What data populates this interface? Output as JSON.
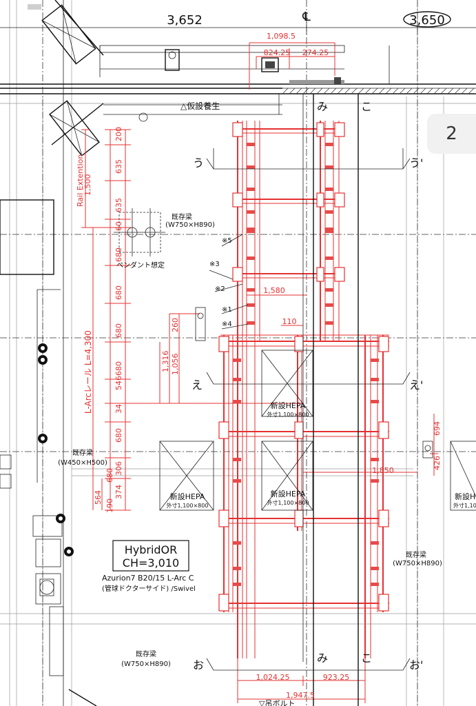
{
  "page_number": "2",
  "top_dims": {
    "left": "3,652",
    "right": "3,650",
    "cl": "℄"
  },
  "red_top": {
    "total": "1,098.5",
    "left": "824.25",
    "right": "274.25"
  },
  "temp_cover": "仮設養生",
  "rail_ext": "Rail Extention",
  "rail_len": "1,500",
  "larc": "L-Arcレール L=4,300",
  "vdims": [
    "200",
    "635",
    "635",
    "60",
    "680",
    "680",
    "680",
    "680",
    "34",
    "680",
    "306",
    "680",
    "374",
    "190"
  ],
  "vdims2": {
    "d1": "564",
    "d2": "546",
    "d3": "1,056",
    "d4": "1,316",
    "d5": "260"
  },
  "beam1": {
    "name": "既存梁",
    "size": "(W750×H890)"
  },
  "beam2": {
    "name": "既存梁",
    "size": "(W450×H500)"
  },
  "beam3": {
    "name": "既存梁",
    "size": "(W750×H890)"
  },
  "beam4": {
    "name": "既存梁",
    "size": "(W750×H890)"
  },
  "pendant": "ペンダント想定",
  "marks": {
    "m5": "※5",
    "m3": "※3",
    "m2": "※2",
    "m1": "※1",
    "m4": "※4"
  },
  "mid_dims": {
    "d1580": "1,580",
    "d110": "110",
    "d1850": "1,850",
    "d694": "694",
    "d426": "426"
  },
  "hepa": {
    "name": "新設HEPA",
    "size": "外寸1,100×800"
  },
  "room": {
    "title": "HybridOR",
    "ch": "CH=3,010"
  },
  "equipment": {
    "line1": "Azurion7 B20/15 L-Arc C",
    "line2": "(管球ドクターサイド) /Swivel"
  },
  "grid": {
    "u": "う",
    "u2": "う'",
    "e": "え",
    "e2": "え'",
    "o": "お",
    "o2": "お'",
    "mi": "み",
    "ko": "こ"
  },
  "bottom_dims": {
    "left": "1,024.25",
    "right": "923.25",
    "total": "1,947.5"
  },
  "bottom_cut": "▽吊ボルト"
}
